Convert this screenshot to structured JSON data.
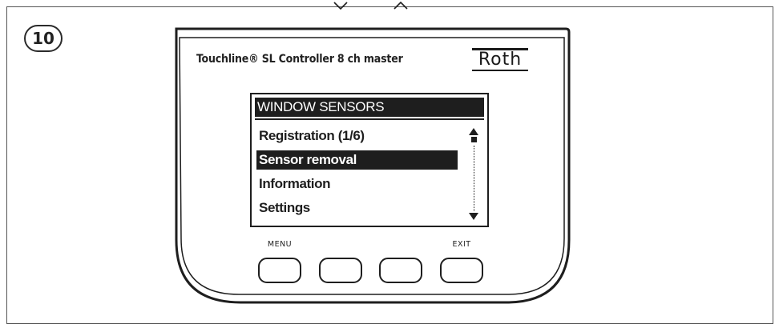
{
  "step_number": "10",
  "device": {
    "model_label": "Touchline® SL Controller 8 ch master",
    "brand": "Roth"
  },
  "screen": {
    "header": "WINDOW SENSORS",
    "items": [
      {
        "label": "Registration (1/6)",
        "selected": false
      },
      {
        "label": "Sensor removal",
        "selected": true
      },
      {
        "label": "Information",
        "selected": false
      },
      {
        "label": "Settings",
        "selected": false
      }
    ],
    "scroll_up_icon": "triangle-up-icon",
    "scroll_down_icon": "triangle-down-icon"
  },
  "buttons": [
    {
      "name": "menu",
      "label": "MENU",
      "icon": null
    },
    {
      "name": "down",
      "label": "",
      "icon": "chevron-down-icon"
    },
    {
      "name": "up",
      "label": "",
      "icon": "chevron-up-icon"
    },
    {
      "name": "exit",
      "label": "EXIT",
      "icon": null
    }
  ],
  "colors": {
    "outline": "#1e1e1e",
    "selection_bg": "#1e1e1e",
    "selection_fg": "#ffffff",
    "background": "#ffffff"
  }
}
